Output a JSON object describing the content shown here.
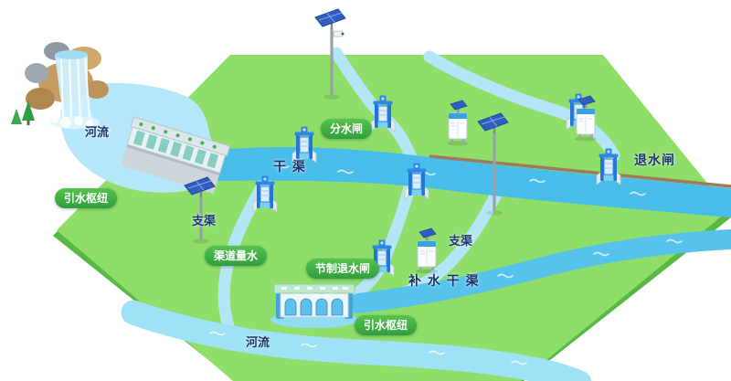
{
  "labels": {
    "river_top": "河流",
    "diversion_hub_top": "引水枢纽",
    "branch_left": "支渠",
    "channel_measure": "渠道量水",
    "split_gate": "分水闸",
    "main_canal": "干 渠",
    "control_drain_gate": "节制退水闸",
    "supply_canal": "补 水 干 渠",
    "branch_right": "支渠",
    "drain_gate": "退水闸",
    "diversion_hub_bottom": "引水枢纽",
    "river_bottom": "河流"
  },
  "colors": {
    "land": "#8ede69",
    "land_edge": "#57b943",
    "canal": "#49bdea",
    "stream": "#b5e6f8",
    "river": "#9fe2f6",
    "pool": "#b5e8fa",
    "supply_canal": "#57c3ec",
    "badge_green_top": "#58c24e",
    "badge_green_bottom": "#2f9e3f",
    "label_navy": "#17346d",
    "bank_brown": "#a0795a",
    "gate_blue": "#2e86e6",
    "panel_blue": "#2f5fc0",
    "cabinet_band": "#35a3e0"
  },
  "icons": {
    "sluice_gate": "sluice-gate-icon",
    "telemetry_cabinet": "telemetry-cabinet-icon",
    "solar_pole": "solar-monitoring-pole-icon",
    "diversion_dam": "diversion-dam-icon",
    "intake_station": "intake-station-icon",
    "waterfall": "waterfall-icon",
    "tree": "tree-icon"
  },
  "equipment_counts": {
    "sluice_gates": 7,
    "telemetry_cabinets": 3,
    "solar_poles": 3
  }
}
